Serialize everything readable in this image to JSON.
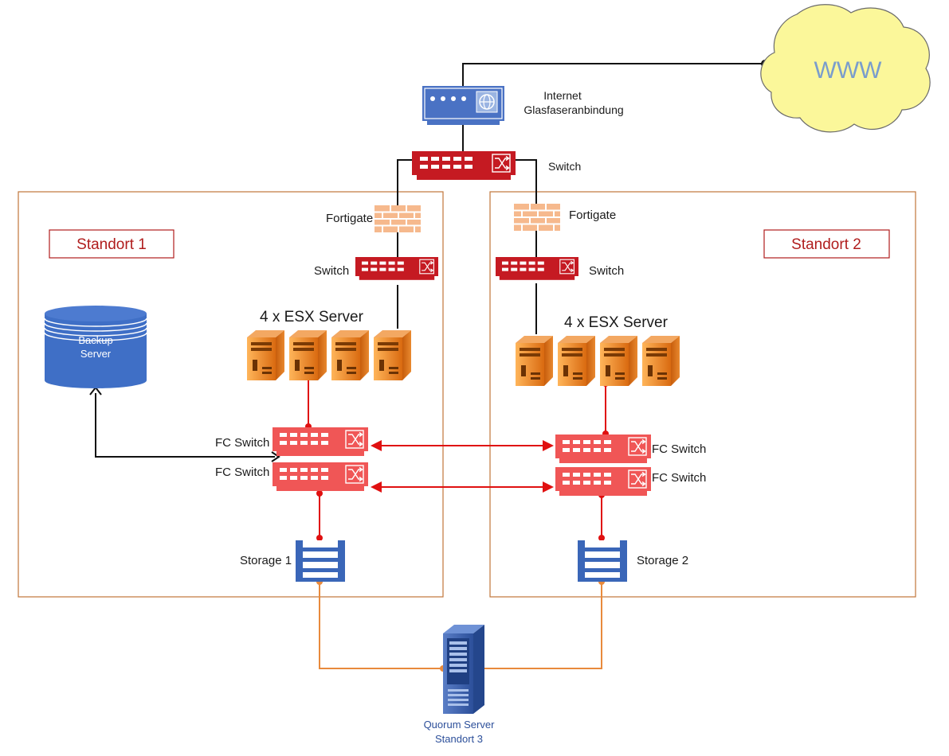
{
  "cloud": {
    "label": "WWW"
  },
  "internet": {
    "line1": "Internet",
    "line2": "Glasfaseranbindung"
  },
  "top_switch": {
    "label": "Switch"
  },
  "site1": {
    "title": "Standort 1",
    "fortigate": "Fortigate",
    "switch": "Switch",
    "esx": "4 x ESX Server",
    "fc_switch_a": "FC Switch",
    "fc_switch_b": "FC Switch",
    "storage": "Storage 1",
    "backup_line1": "Backup",
    "backup_line2": "Server"
  },
  "site2": {
    "title": "Standort 2",
    "fortigate": "Fortigate",
    "switch": "Switch",
    "esx": "4 x ESX Server",
    "fc_switch_a": "FC Switch",
    "fc_switch_b": "FC Switch",
    "storage": "Storage 2"
  },
  "quorum": {
    "line1": "Quorum Server",
    "line2": "Standort 3"
  },
  "colors": {
    "site_border": "#c0763a",
    "site_title": "#b01d1d",
    "fc_link": "#e01010",
    "quorum_link": "#e88a3c",
    "storage_blue": "#3a66b8",
    "cloud_fill": "#fbf79a"
  }
}
